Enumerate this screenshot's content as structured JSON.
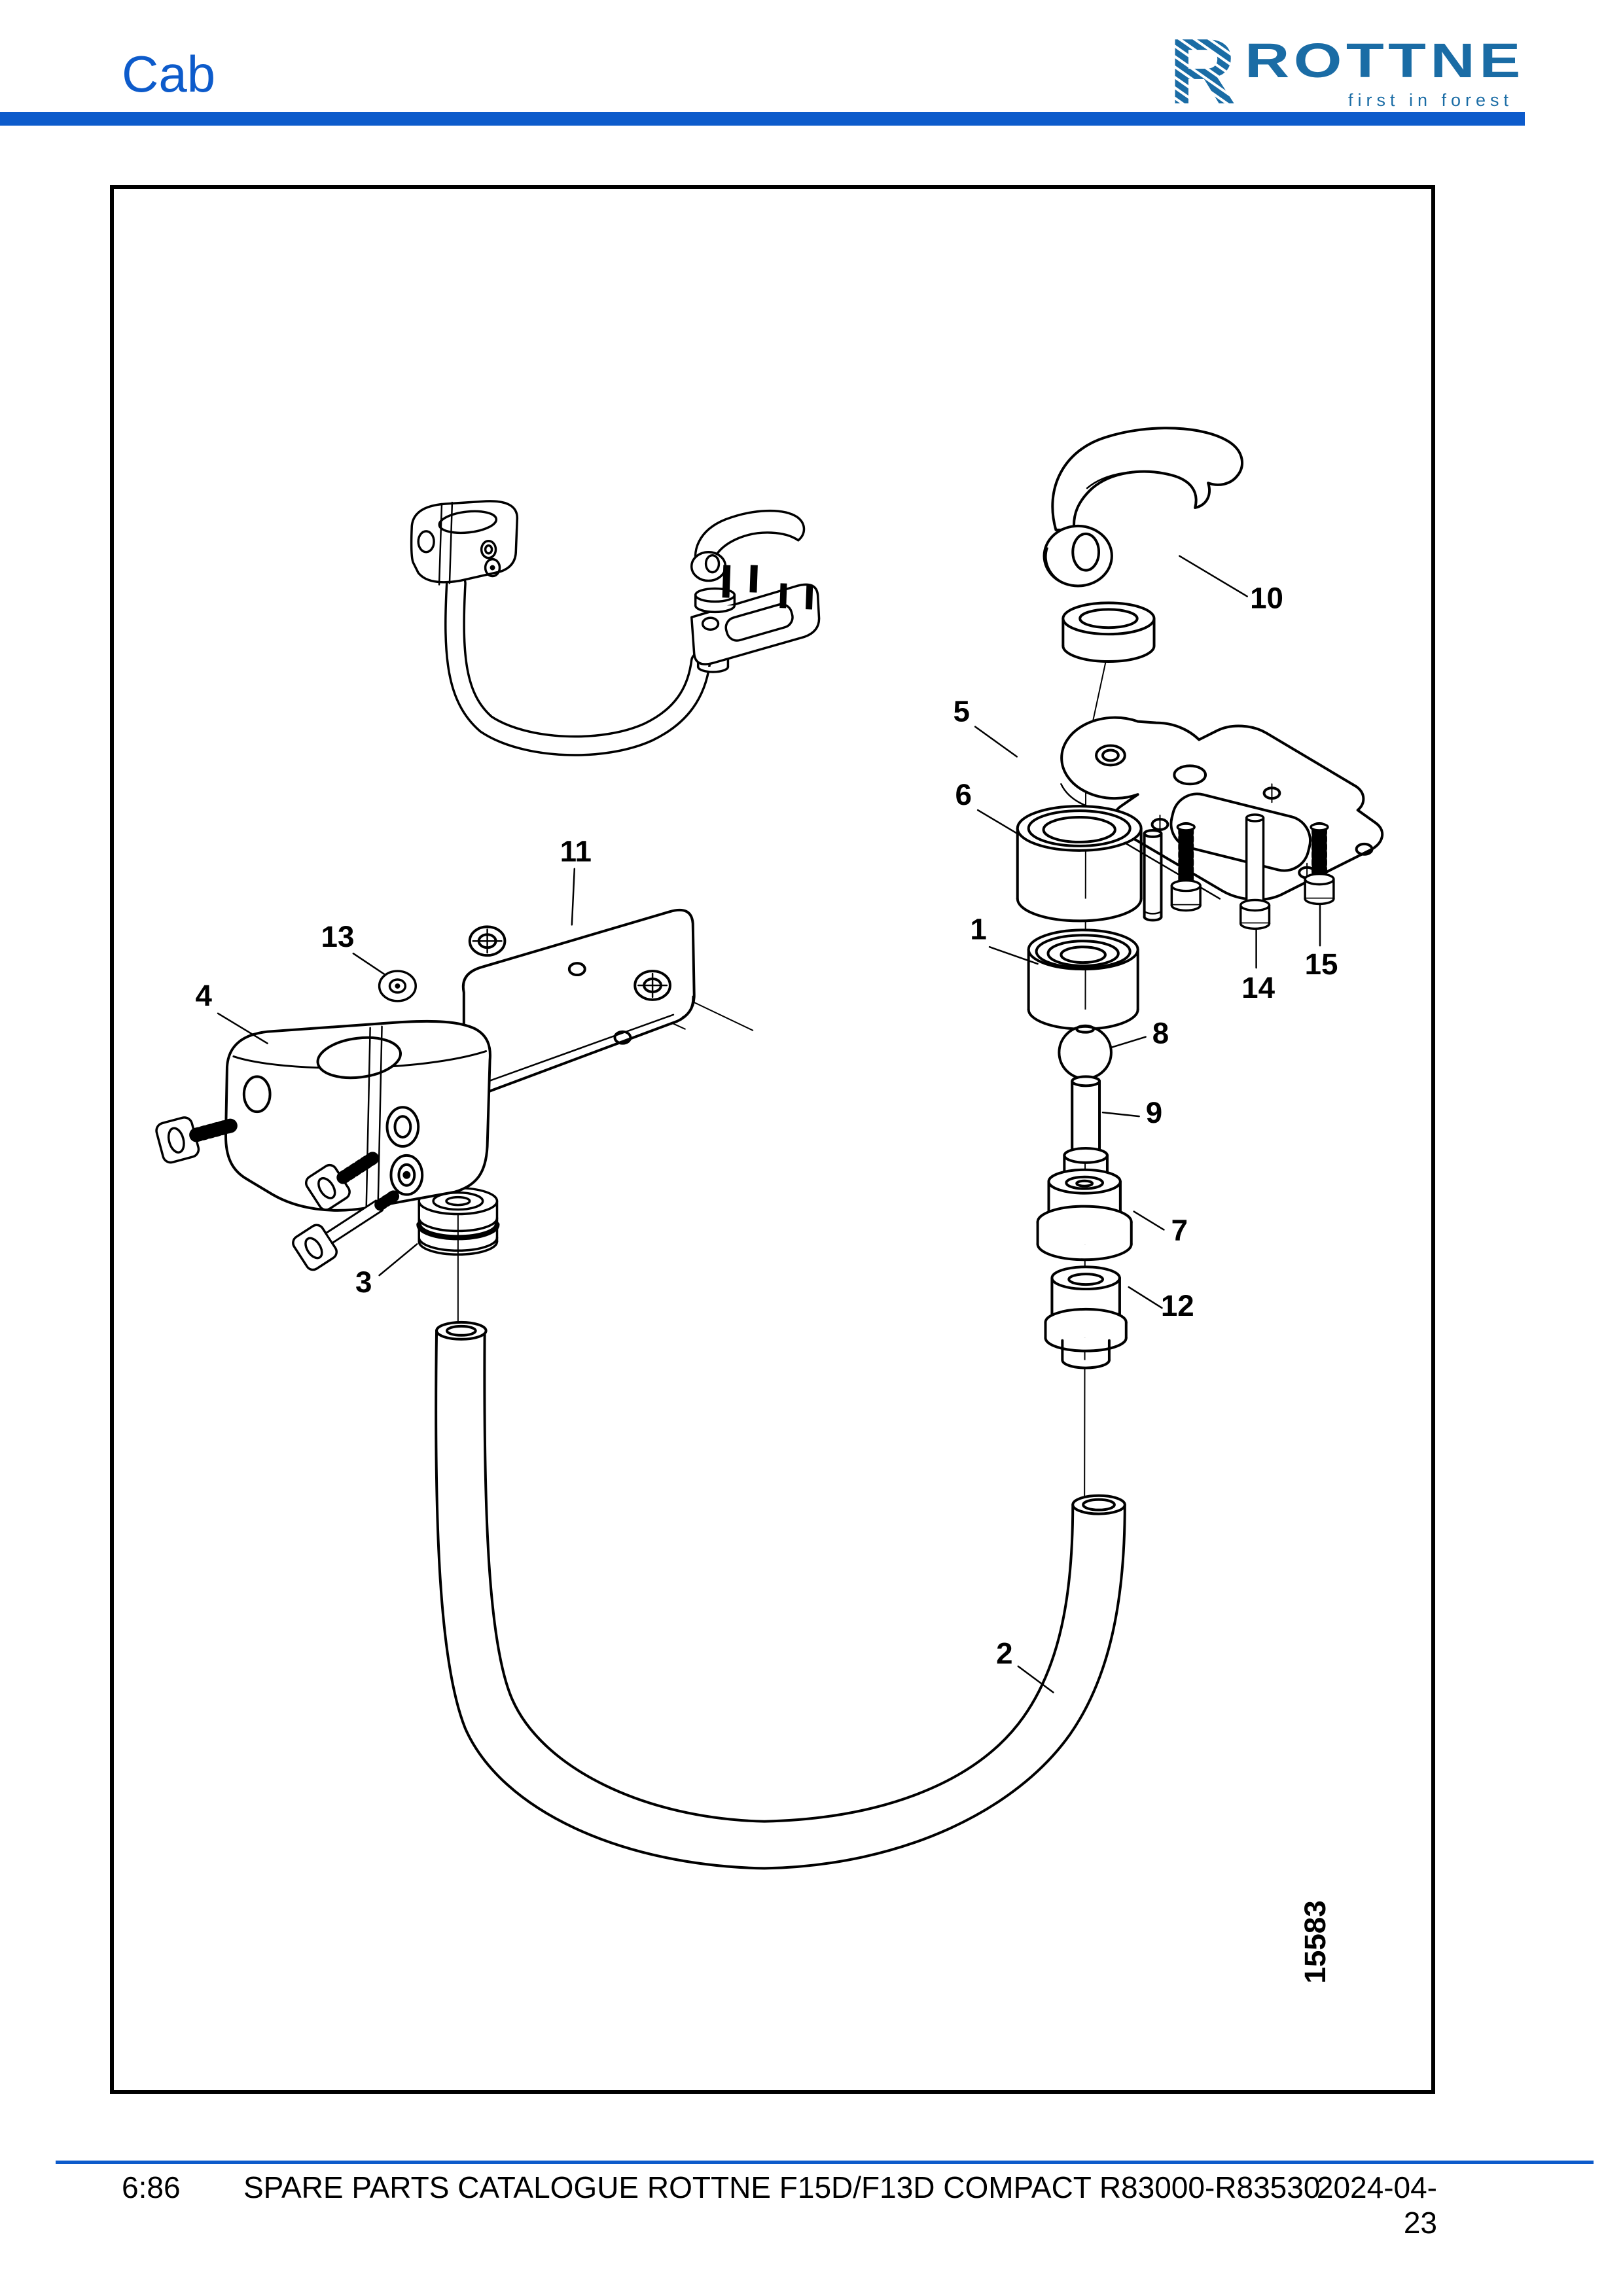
{
  "header": {
    "section_title": "Cab",
    "logo": {
      "wordmark": "ROTTNE",
      "tagline": "first in forest"
    }
  },
  "diagram": {
    "figure_number": "15583",
    "callouts": [
      "1",
      "2",
      "3",
      "4",
      "5",
      "6",
      "7",
      "8",
      "9",
      "10",
      "11",
      "12",
      "13",
      "14",
      "15"
    ]
  },
  "footer": {
    "page_number": "6:86",
    "catalogue_title": "SPARE PARTS CATALOGUE ROTTNE F15D/F13D COMPACT R83000-R83530",
    "date": "2024-04-23"
  },
  "colors": {
    "accent_blue": "#0d5bcb",
    "logo_blue": "#1a6ca5",
    "line_black": "#000000"
  }
}
